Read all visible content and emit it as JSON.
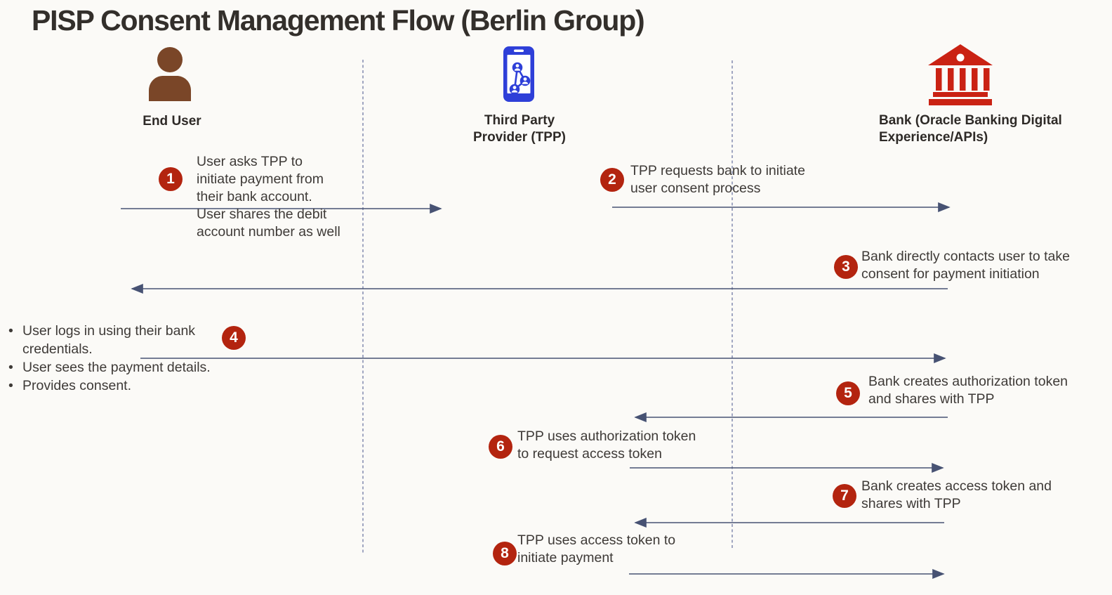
{
  "title": "PISP Consent Management Flow (Berlin Group)",
  "diagram_type": "sequence-flow",
  "actors": [
    {
      "id": "end-user",
      "label": "End User",
      "icon": "person-icon",
      "color": "#7a4628"
    },
    {
      "id": "tpp",
      "label": "Third Party\nProvider (TPP)",
      "icon": "smartphone-users-network-icon",
      "color": "#2e3fd8"
    },
    {
      "id": "bank",
      "label": "Bank (Oracle Banking Digital\nExperience/APIs)",
      "icon": "bank-building-icon",
      "color": "#ca2213"
    }
  ],
  "steps": [
    {
      "number": "1",
      "from": "End User",
      "to": "TPP",
      "arrow_direction": "right",
      "text": "User asks TPP to\ninitiate payment from\ntheir bank account.\nUser shares the debit\naccount number as well"
    },
    {
      "number": "2",
      "from": "TPP",
      "to": "Bank",
      "arrow_direction": "right",
      "text": "TPP requests bank to initiate\nuser consent process"
    },
    {
      "number": "3",
      "from": "Bank",
      "to": "End User",
      "arrow_direction": "left",
      "text": "Bank directly contacts user to take\nconsent for payment initiation"
    },
    {
      "number": "4",
      "from": "End User",
      "to": "Bank",
      "arrow_direction": "right",
      "text": ""
    },
    {
      "number": "5",
      "from": "Bank",
      "to": "TPP",
      "arrow_direction": "left",
      "text": "Bank creates authorization token\nand shares with TPP"
    },
    {
      "number": "6",
      "from": "TPP",
      "to": "Bank",
      "arrow_direction": "right",
      "text": "TPP uses authorization token\nto request access token"
    },
    {
      "number": "7",
      "from": "Bank",
      "to": "TPP",
      "arrow_direction": "left",
      "text": "Bank creates access token and\nshares with TPP"
    },
    {
      "number": "8",
      "from": "TPP",
      "to": "Bank",
      "arrow_direction": "right",
      "text": "TPP uses access token to\ninitiate payment"
    }
  ],
  "bullets": [
    "User logs in using their bank credentials.",
    "User sees the payment details.",
    "Provides consent."
  ],
  "colors": {
    "background": "#fbfaf7",
    "title_text": "#332f2b",
    "body_text": "#3e3a37",
    "label_text": "#2e2a27",
    "step_badge_red": "#b3240f",
    "badge_number_white": "#ffffff",
    "arrow_slate": "#475273",
    "lifeline_slate": "#6e78a4",
    "person_brown": "#7a4628",
    "phone_blue": "#2e3fd8",
    "bank_red": "#ca2213"
  }
}
